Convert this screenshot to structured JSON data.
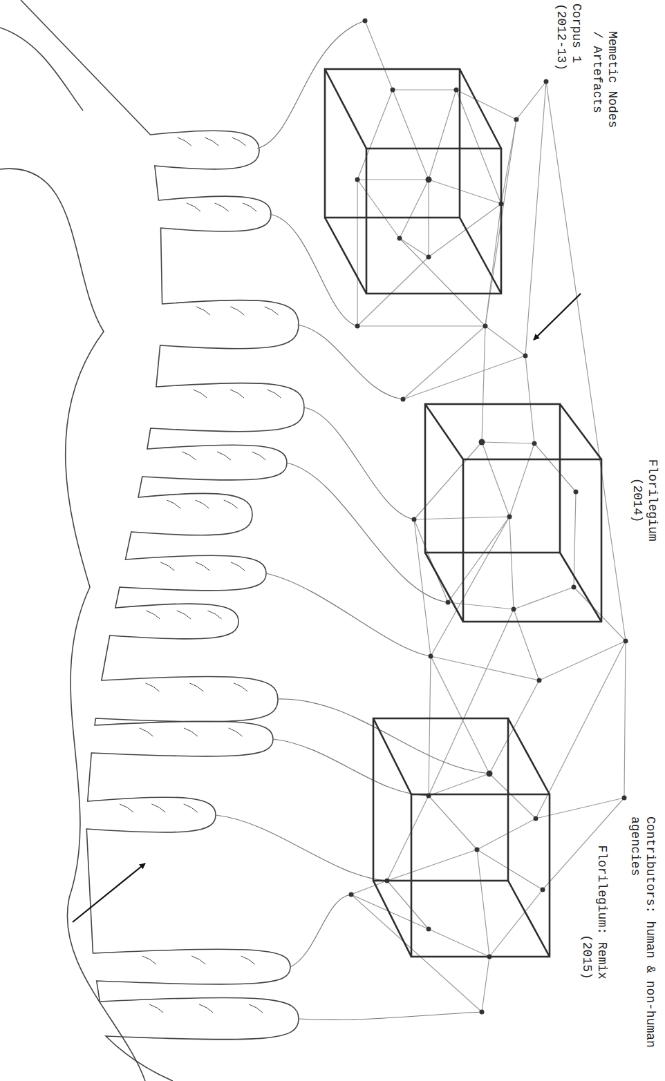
{
  "diagram": {
    "nodes": [
      {
        "text": [
          "Corpus 1 (2012-13)"
        ]
      },
      {
        "text": [
          "Florilegium (2014)"
        ]
      },
      {
        "text": [
          "Florilegium: Remix (2015)"
        ]
      }
    ],
    "labels": [
      "Memetic Nodes / Artefacts",
      "Contributors: human & non-human agencies"
    ]
  }
}
